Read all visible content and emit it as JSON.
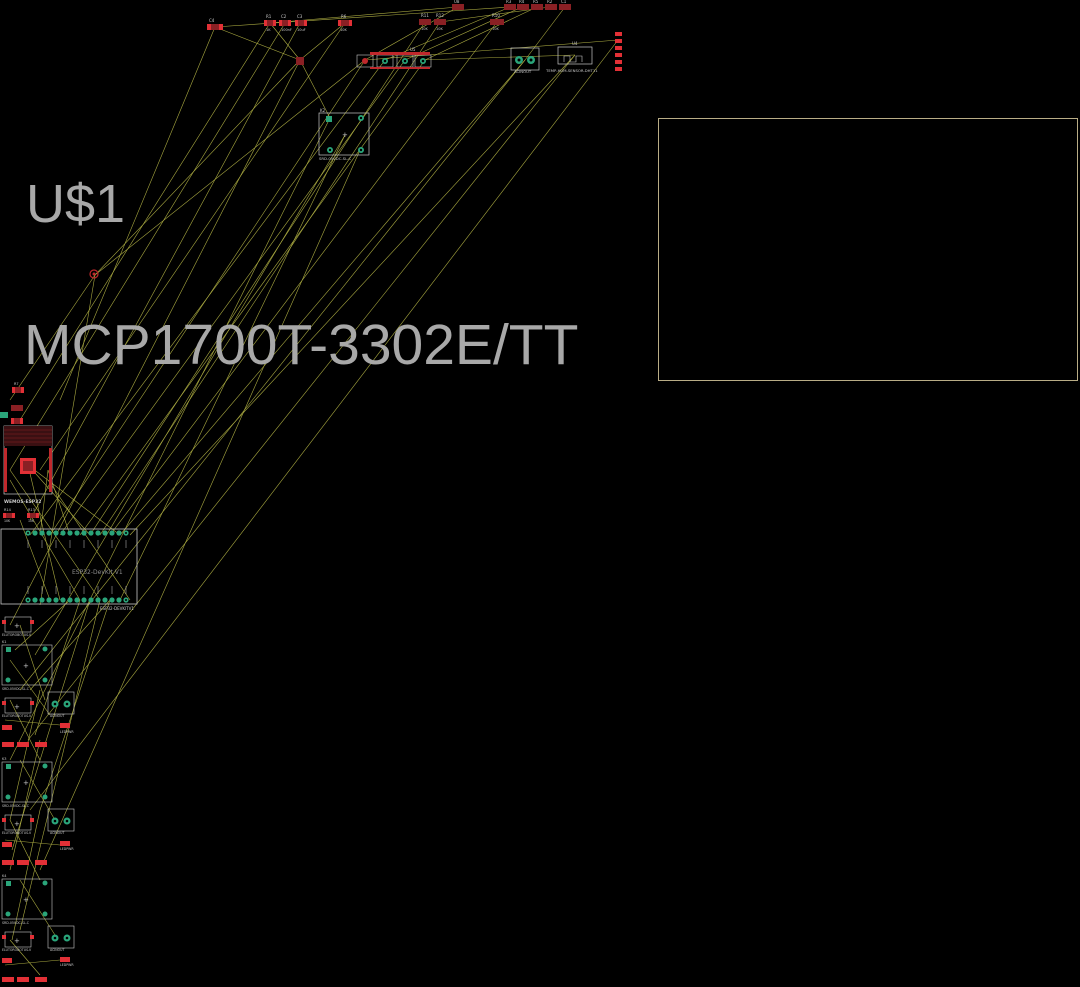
{
  "canvas": {
    "background": "#000000",
    "colors": {
      "airwire": "#c8c850",
      "pad_top": "#c0282c",
      "pad_via": "#2aa57a",
      "silk": "#c8c8c8",
      "outline": "#b9ad86",
      "big_text": "#a8a8a8"
    }
  },
  "labels": {
    "u1": "U$1",
    "regulator": "MCP1700T-3302E/TT"
  },
  "parts": {
    "c4": "C4",
    "r1": "R1",
    "c2": "C2",
    "c3": "C3",
    "r6": "R6",
    "c1": "C1",
    "r3": "R3",
    "r4": "R4",
    "r5": "R5",
    "r2": "R2",
    "r11": "R11",
    "r12": "R12",
    "u8": "U8",
    "r10": "R10",
    "u5": "U5",
    "k2": "K2",
    "u4": "U4",
    "r7": "R7",
    "r13": "R13",
    "r14": "R14",
    "u7": "U7",
    "u6": "U6",
    "u2": "U2",
    "k1": "K1",
    "k3": "K3",
    "k4": "K4"
  },
  "values": {
    "r1": "1K",
    "c2": "100nF",
    "c3": "10uF",
    "r6": "10K",
    "r11": "10K",
    "r12": "10K",
    "r10": "10K",
    "r14": "10K",
    "r13": "10K"
  },
  "packages": {
    "esp_module": "ESP32-DEVKITV1",
    "esp_silk": "ESP32-DevKit V1",
    "relay": "SRD-05VDC-SL-C",
    "acinout": "ACINOUT",
    "temp_sensor": "TEMP-HUM-SENSOR-DHT11",
    "wemos": "WEMOS-ESP32",
    "eluto": "ELUTOROBOTUS-V",
    "led": "LEDPWR"
  }
}
